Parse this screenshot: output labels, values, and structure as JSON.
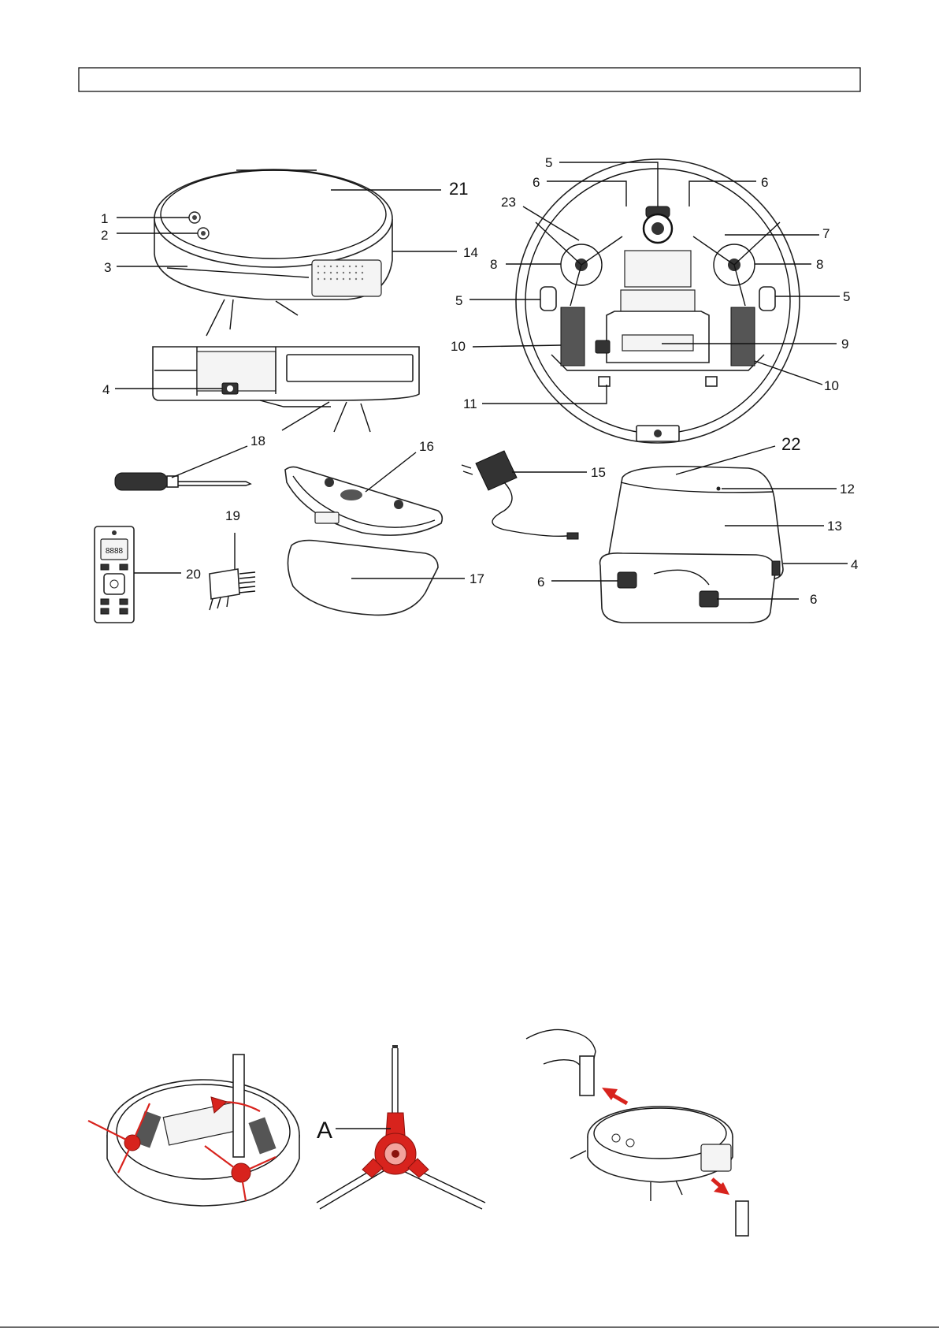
{
  "header_box": {
    "text": ""
  },
  "fig1": {
    "callouts_top": [
      "1",
      "2",
      "3",
      "21",
      "14"
    ],
    "callouts_side": [
      "4"
    ],
    "callouts_bottom_view": [
      "5",
      "6",
      "6",
      "23",
      "7",
      "8",
      "8",
      "5",
      "5",
      "10",
      "9",
      "10",
      "11"
    ],
    "callouts_accessories": [
      "18",
      "16",
      "15",
      "22",
      "12",
      "19",
      "20",
      "13",
      "17",
      "4",
      "6",
      "6"
    ]
  },
  "fig2": {
    "label_a": "A"
  },
  "icons": [
    "robot-top-icon",
    "robot-side-icon",
    "robot-bottom-icon",
    "screwdriver-icon",
    "mop-holder-icon",
    "adapter-icon",
    "dock-icon",
    "remote-icon",
    "brush-tool-icon",
    "mop-pad-icon",
    "side-brush-icon",
    "hand-icon",
    "arrow-icon"
  ],
  "colors": {
    "line": "#111111",
    "accent": "#d8231d"
  }
}
